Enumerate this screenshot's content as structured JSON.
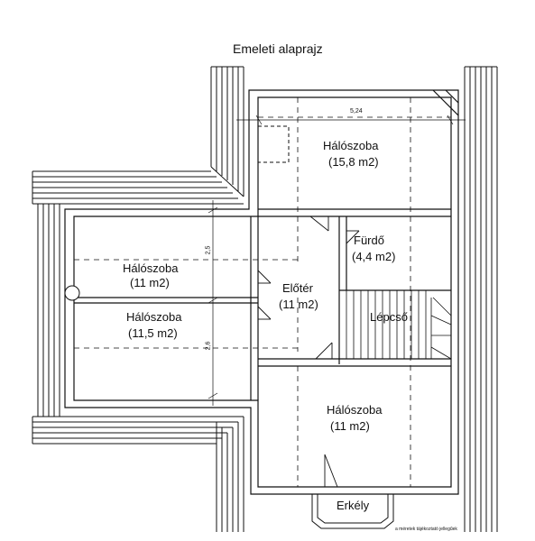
{
  "title": "Emeleti alaprajz",
  "dimensions": {
    "top_width": "5,24",
    "left_upper": "2,5",
    "left_lower": "2,6"
  },
  "rooms": [
    {
      "name": "Hálószoba",
      "area": "(15,8 m2)"
    },
    {
      "name": "Fürdő",
      "area": "(4,4 m2)"
    },
    {
      "name": "Hálószoba",
      "area": "(11 m2)"
    },
    {
      "name": "Előtér",
      "area": "(11 m2)"
    },
    {
      "name": "Lépcső"
    },
    {
      "name": "Hálószoba",
      "area": "(11,5 m2)"
    },
    {
      "name": "Hálószoba",
      "area": "(11 m2)"
    }
  ],
  "balcony": "Erkély",
  "footnote": "a méretek tájékoztató jellegűek"
}
